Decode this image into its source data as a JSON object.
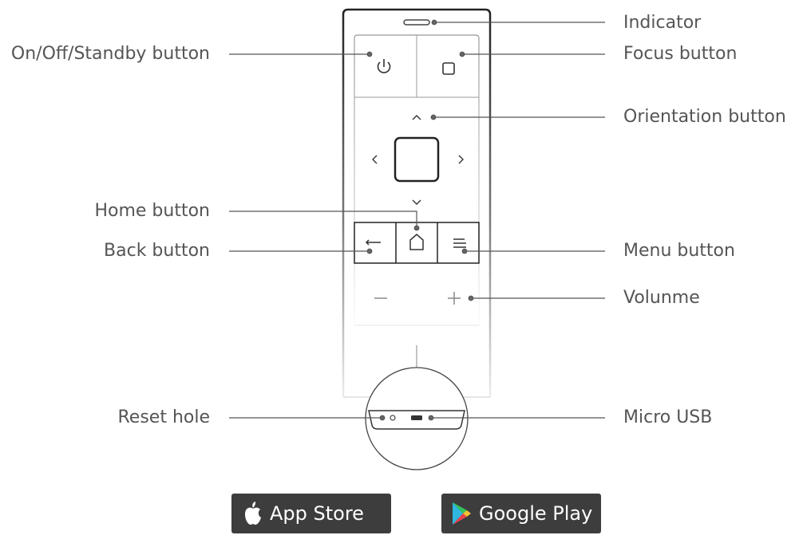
{
  "labels_left": {
    "power": "On/Off/Standby button",
    "home": "Home button",
    "back": "Back button",
    "reset": "Reset hole"
  },
  "labels_right": {
    "indicator": "Indicator",
    "focus": "Focus button",
    "orientation": "Orientation button",
    "menu": "Menu button",
    "volume": "Volunme",
    "usb": "Micro USB"
  },
  "badges": {
    "app_store": "App Store",
    "google_play": "Google Play"
  },
  "colors": {
    "label_text": "#555555",
    "leader_line": "#555555",
    "badge_background": "#3d3d3d",
    "remote_outline": "#222222"
  },
  "icons": [
    "power-icon",
    "square-icon",
    "chevron-up-icon",
    "chevron-left-icon",
    "chevron-right-icon",
    "chevron-down-icon",
    "back-arrow-icon",
    "home-icon",
    "menu-icon",
    "minus-icon",
    "plus-icon",
    "apple-icon",
    "google-play-icon"
  ]
}
